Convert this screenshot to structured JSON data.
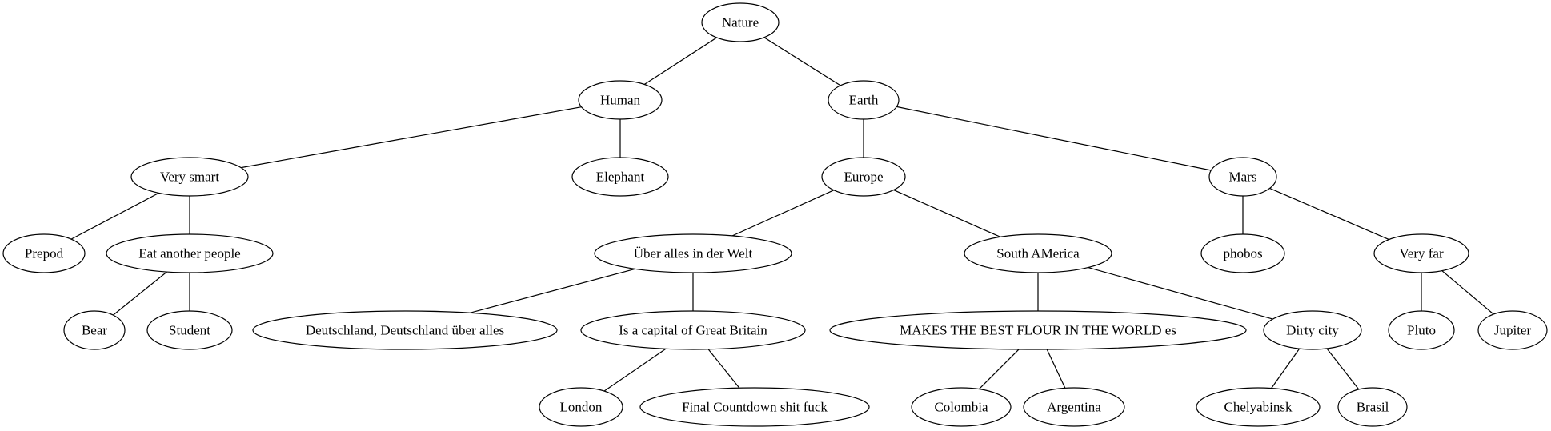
{
  "nodes": [
    {
      "id": "nature",
      "label": "Nature"
    },
    {
      "id": "human",
      "label": "Human"
    },
    {
      "id": "earth",
      "label": "Earth"
    },
    {
      "id": "very-smart",
      "label": "Very smart"
    },
    {
      "id": "elephant",
      "label": "Elephant"
    },
    {
      "id": "europe",
      "label": "Europe"
    },
    {
      "id": "mars",
      "label": "Mars"
    },
    {
      "id": "prepod",
      "label": "Prepod"
    },
    {
      "id": "eat-another-people",
      "label": "Eat another people"
    },
    {
      "id": "uber-alles",
      "label": "Über alles in der Welt"
    },
    {
      "id": "south-america",
      "label": "South AMerica"
    },
    {
      "id": "phobos",
      "label": "phobos"
    },
    {
      "id": "very-far",
      "label": "Very far"
    },
    {
      "id": "bear",
      "label": "Bear"
    },
    {
      "id": "student",
      "label": "Student"
    },
    {
      "id": "deutschland",
      "label": "Deutschland, Deutschland über alles"
    },
    {
      "id": "capital-gb",
      "label": "Is a capital of Great Britain"
    },
    {
      "id": "best-flour",
      "label": "MAKES THE BEST FLOUR IN THE WORLD es"
    },
    {
      "id": "dirty-city",
      "label": "Dirty city"
    },
    {
      "id": "pluto",
      "label": "Pluto"
    },
    {
      "id": "jupiter",
      "label": "Jupiter"
    },
    {
      "id": "london",
      "label": "London"
    },
    {
      "id": "final-countdown",
      "label": "Final Countdown shit fuck"
    },
    {
      "id": "colombia",
      "label": "Colombia"
    },
    {
      "id": "argentina",
      "label": "Argentina"
    },
    {
      "id": "chelyabinsk",
      "label": "Chelyabinsk"
    },
    {
      "id": "brasil",
      "label": "Brasil"
    }
  ],
  "edges": [
    [
      "nature",
      "human"
    ],
    [
      "nature",
      "earth"
    ],
    [
      "human",
      "very-smart"
    ],
    [
      "human",
      "elephant"
    ],
    [
      "earth",
      "europe"
    ],
    [
      "earth",
      "mars"
    ],
    [
      "very-smart",
      "prepod"
    ],
    [
      "very-smart",
      "eat-another-people"
    ],
    [
      "europe",
      "uber-alles"
    ],
    [
      "europe",
      "south-america"
    ],
    [
      "mars",
      "phobos"
    ],
    [
      "mars",
      "very-far"
    ],
    [
      "eat-another-people",
      "bear"
    ],
    [
      "eat-another-people",
      "student"
    ],
    [
      "uber-alles",
      "deutschland"
    ],
    [
      "uber-alles",
      "capital-gb"
    ],
    [
      "south-america",
      "best-flour"
    ],
    [
      "south-america",
      "dirty-city"
    ],
    [
      "very-far",
      "pluto"
    ],
    [
      "very-far",
      "jupiter"
    ],
    [
      "capital-gb",
      "london"
    ],
    [
      "capital-gb",
      "final-countdown"
    ],
    [
      "best-flour",
      "colombia"
    ],
    [
      "best-flour",
      "argentina"
    ],
    [
      "dirty-city",
      "chelyabinsk"
    ],
    [
      "dirty-city",
      "brasil"
    ]
  ]
}
